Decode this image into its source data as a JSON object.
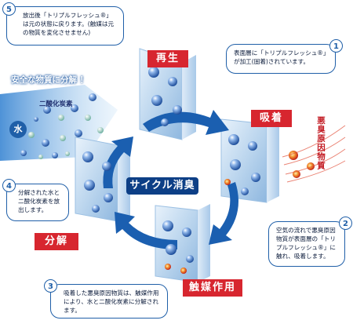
{
  "center_label": "サイクル消臭",
  "stages": {
    "regenerate": "再生",
    "adsorb": "吸着",
    "catalysis": "触媒作用",
    "decompose": "分解"
  },
  "safe_title": "安全な物質に分解 ！",
  "co2_label": "二酸化炭素",
  "water_label": "水",
  "odor_label": "悪臭原因物質",
  "callouts": [
    {
      "num": "1",
      "text": "表面層に「トリプルフレッシュ®」が加工(固着)されています。"
    },
    {
      "num": "2",
      "text": "空気の流れで悪臭原因物質が表面層の「トリプルフレッシュ®」に触れ、吸着します。"
    },
    {
      "num": "3",
      "text": "吸着した悪臭原因物質は、触媒作用により、水と二酸化炭素に分解されます。"
    },
    {
      "num": "4",
      "text": "分解された水と二酸化炭素を放出します。"
    },
    {
      "num": "5",
      "text": "放出後「トリプルフレッシュ®」は元の状態に戻ります。(触媒は元の物質を変化させません)"
    }
  ],
  "colors": {
    "primary_blue": "#1f5fa8",
    "cycle_blue": "#1b5fb0",
    "stage_red": "#d7262f",
    "molecule_blue": "#3a78c8",
    "odor_red": "#e0402a"
  }
}
